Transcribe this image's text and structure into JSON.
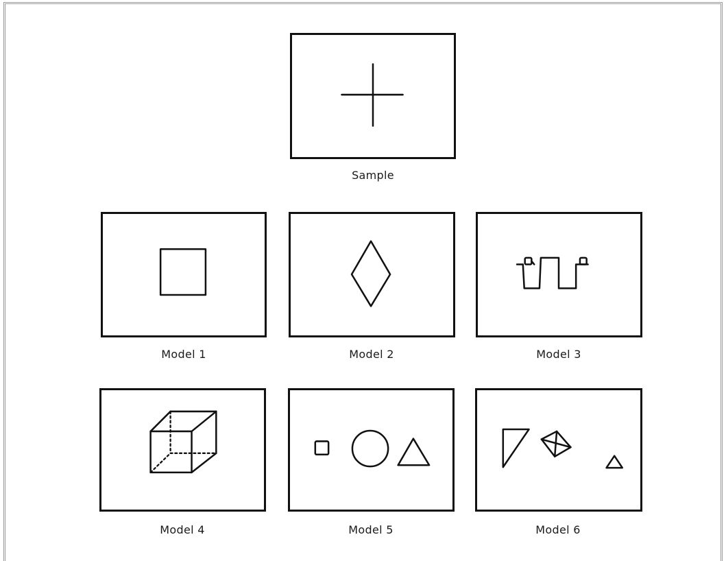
{
  "sample": {
    "caption": "Sample",
    "figure_icon": "cross-icon"
  },
  "models": [
    {
      "caption": "Model 1",
      "figure_icon": "square-icon"
    },
    {
      "caption": "Model 2",
      "figure_icon": "diamond-icon"
    },
    {
      "caption": "Model 3",
      "figure_icon": "square-wave-icon"
    },
    {
      "caption": "Model 4",
      "figure_icon": "cube-icon"
    },
    {
      "caption": "Model 5",
      "figure_icon": "square-circle-triangle-icon"
    },
    {
      "caption": "Model 6",
      "figure_icon": "triangle-tetrahedron-triangle-icon"
    }
  ]
}
